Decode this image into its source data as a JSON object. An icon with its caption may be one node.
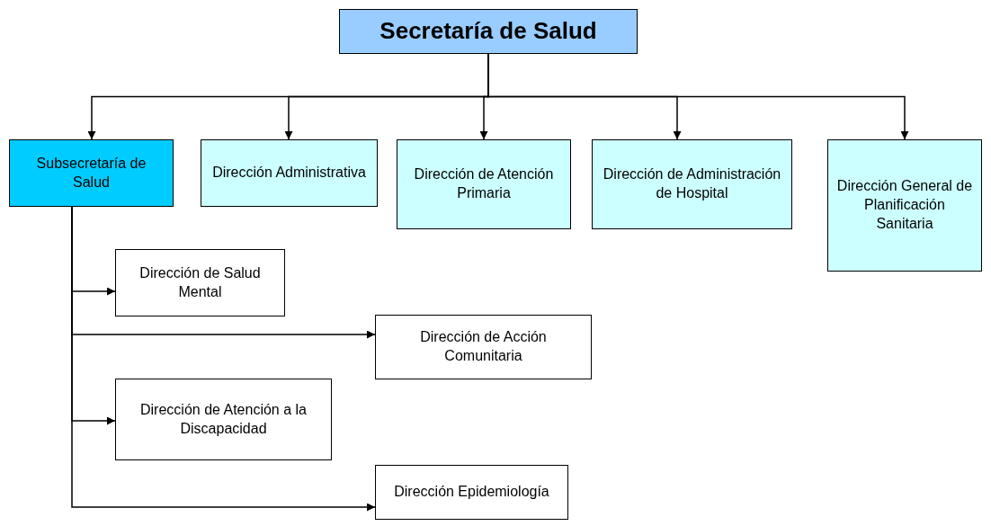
{
  "diagram": {
    "nodes": [
      {
        "text": [
          "Secretaría de Salud"
        ]
      },
      {
        "text": [
          "Subsecretaría de Salud"
        ]
      },
      {
        "text": [
          "Dirección Administrativa"
        ]
      },
      {
        "text": [
          "Dirección de Atención Primaria"
        ]
      },
      {
        "text": [
          "Dirección de Administración de Hospital"
        ]
      },
      {
        "text": [
          "Dirección General de Planificación Sanitaria"
        ]
      },
      {
        "text": [
          "Dirección de Salud Mental"
        ]
      },
      {
        "text": [
          "Dirección de Acción Comunitaria"
        ]
      },
      {
        "text": [
          "Dirección de Atención a la Discapacidad"
        ]
      },
      {
        "text": [
          "Dirección Epidemiología"
        ]
      }
    ],
    "edges": [
      {
        "from": 0,
        "to": 1,
        "arrow": "to"
      },
      {
        "from": 0,
        "to": 2,
        "arrow": "to"
      },
      {
        "from": 0,
        "to": 3,
        "arrow": "to"
      },
      {
        "from": 0,
        "to": 4,
        "arrow": "to"
      },
      {
        "from": 0,
        "to": 5,
        "arrow": "to"
      },
      {
        "from": 1,
        "to": 6,
        "arrow": "to"
      },
      {
        "from": 1,
        "to": 7,
        "arrow": "to"
      },
      {
        "from": 1,
        "to": 8,
        "arrow": "to"
      },
      {
        "from": 1,
        "to": 9,
        "arrow": "to"
      }
    ]
  }
}
